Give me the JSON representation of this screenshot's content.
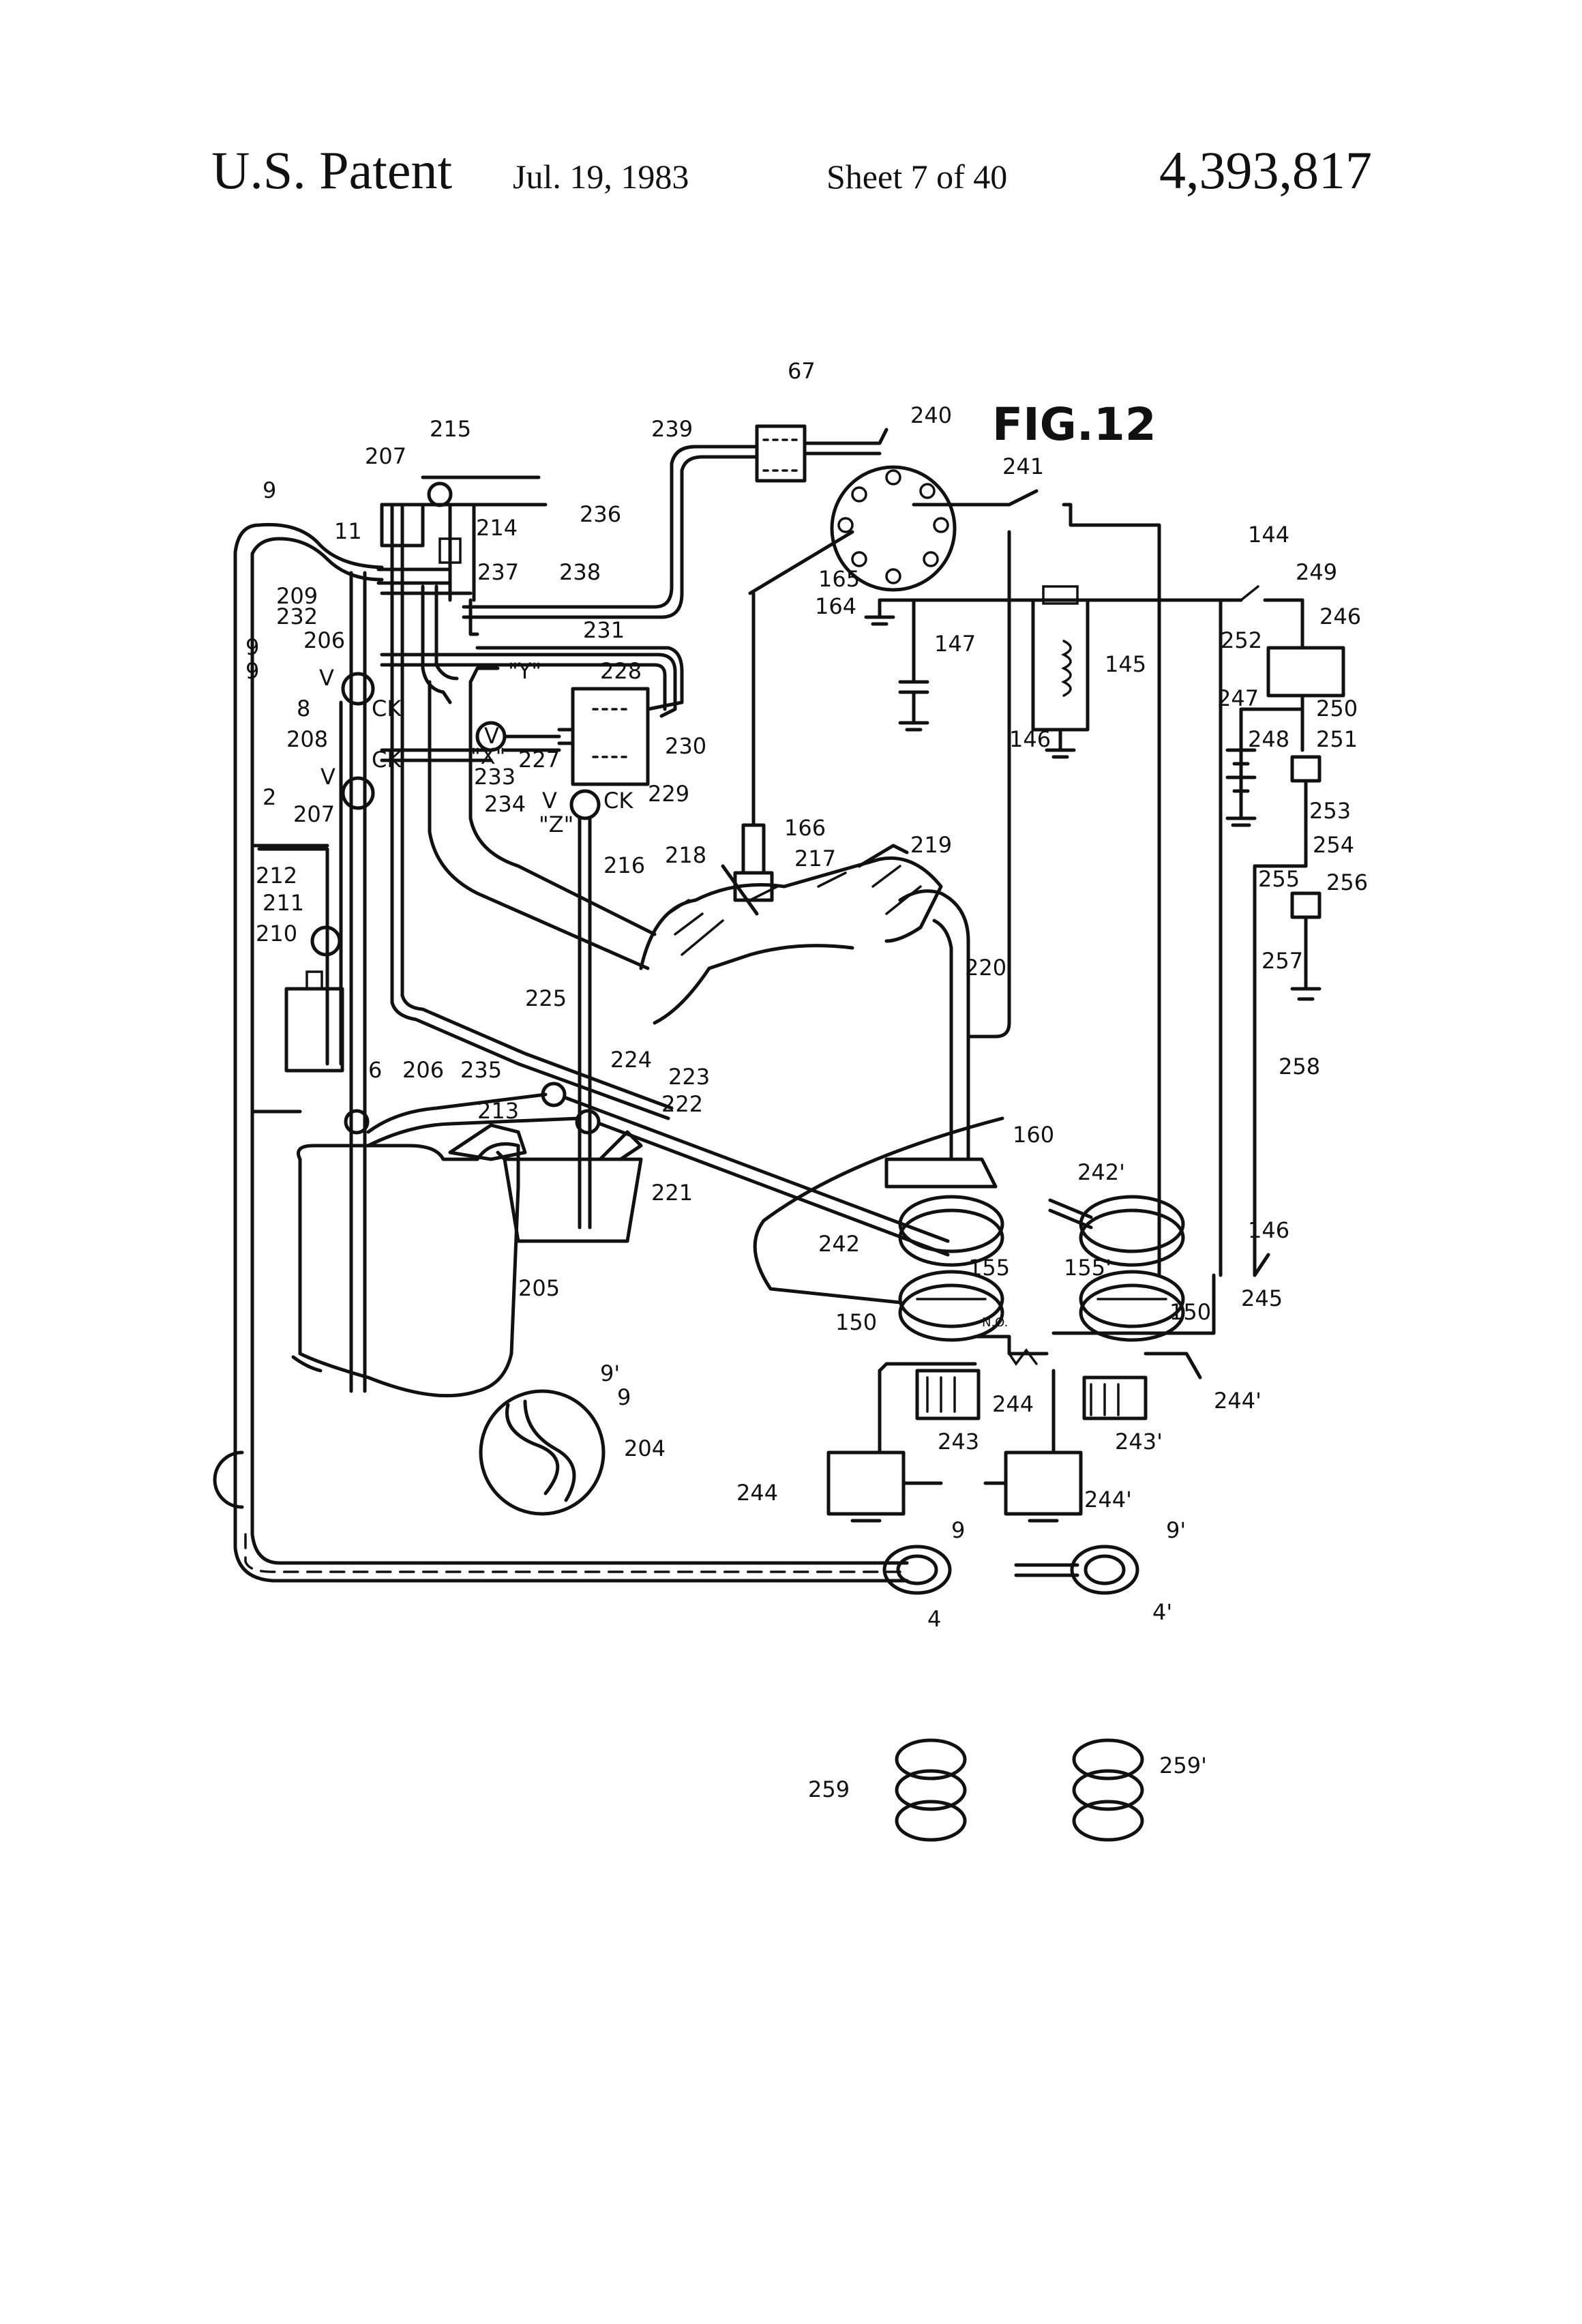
{
  "header": {
    "patent": "U.S. Patent",
    "date": "Jul. 19, 1983",
    "sheet": "Sheet 7 of 40",
    "number": "4,393,817"
  },
  "figure": {
    "title": "FIG.12",
    "labels": {
      "l67": "67",
      "l215": "215",
      "l207a": "207",
      "l239": "239",
      "l240": "240",
      "l241": "241",
      "l9a": "9",
      "l11": "11",
      "l236": "236",
      "l214": "214",
      "l237": "237",
      "l238": "238",
      "l165": "165",
      "l164": "164",
      "l144": "144",
      "l249": "249",
      "l209": "209",
      "l232": "232",
      "l206a": "206",
      "l231": "231",
      "l147": "147",
      "l246": "246",
      "l252": "252",
      "l145": "145",
      "l9b": "9",
      "l9c": "9",
      "l8": "8",
      "lV1": "V",
      "lCK1": "CK",
      "lV2": "V",
      "lY": "\"Y\"",
      "l228": "228",
      "l247": "247",
      "l248": "248",
      "l250": "250",
      "l251": "251",
      "l208": "208",
      "lV3": "V",
      "lCK2": "CK",
      "lX": "\"X\"",
      "l227": "227",
      "l230": "230",
      "l146a": "146",
      "l233": "233",
      "l229": "229",
      "l234": "234",
      "lV4": "V",
      "lCK3": "CK",
      "lZ": "\"Z\"",
      "l207b": "207",
      "l2": "2",
      "l166": "166",
      "l253": "253",
      "l254": "254",
      "l212": "212",
      "l211": "211",
      "l210": "210",
      "l216": "216",
      "l218": "218",
      "l217": "217",
      "l219": "219",
      "l255": "255",
      "l256": "256",
      "l257": "257",
      "l220": "220",
      "l225": "225",
      "l258": "258",
      "l6": "6",
      "l206b": "206",
      "l235": "235",
      "l224": "224",
      "l223": "223",
      "l222": "222",
      "l213": "213",
      "l160": "160",
      "l242p": "242'",
      "l221": "221",
      "l146b": "146",
      "l242": "242",
      "l155": "155",
      "l155p": "155'",
      "l205": "205",
      "l245": "245",
      "l150": "150",
      "l150p": "150'",
      "lNO": "N.O.",
      "l244a": "244",
      "l244pa": "244'",
      "l9p": "9'",
      "l9d": "9",
      "l243": "243",
      "l243p": "243'",
      "l204": "204",
      "l244b": "244",
      "l244pb": "244'",
      "l9e": "9",
      "l9pb": "9'",
      "l4": "4",
      "l4p": "4'",
      "l259": "259",
      "l259p": "259'"
    }
  }
}
